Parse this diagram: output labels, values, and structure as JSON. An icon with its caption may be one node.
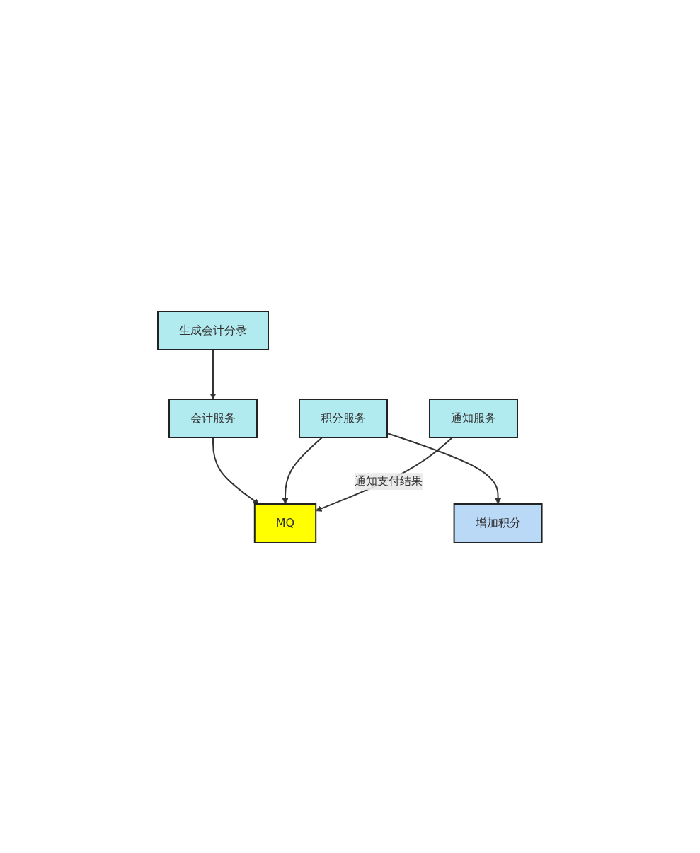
{
  "diagram": {
    "nodes": [
      {
        "text": [
          "生成会计分录"
        ]
      },
      {
        "text": [
          "会计服务"
        ]
      },
      {
        "text": [
          "MQ"
        ]
      },
      {
        "text": [
          "积分服务"
        ]
      },
      {
        "text": [
          "通知服务"
        ]
      },
      {
        "text": [
          "增加积分"
        ]
      }
    ],
    "edges": [
      {
        "from": 0,
        "to": 1,
        "arrow": "to"
      },
      {
        "from": 1,
        "to": 2,
        "arrow": "to"
      },
      {
        "from": 3,
        "to": 2,
        "arrow": "to"
      },
      {
        "from": 4,
        "to": 2,
        "arrow": "to",
        "label": "通知支付结果"
      },
      {
        "from": 3,
        "to": 5,
        "arrow": "to"
      }
    ]
  }
}
